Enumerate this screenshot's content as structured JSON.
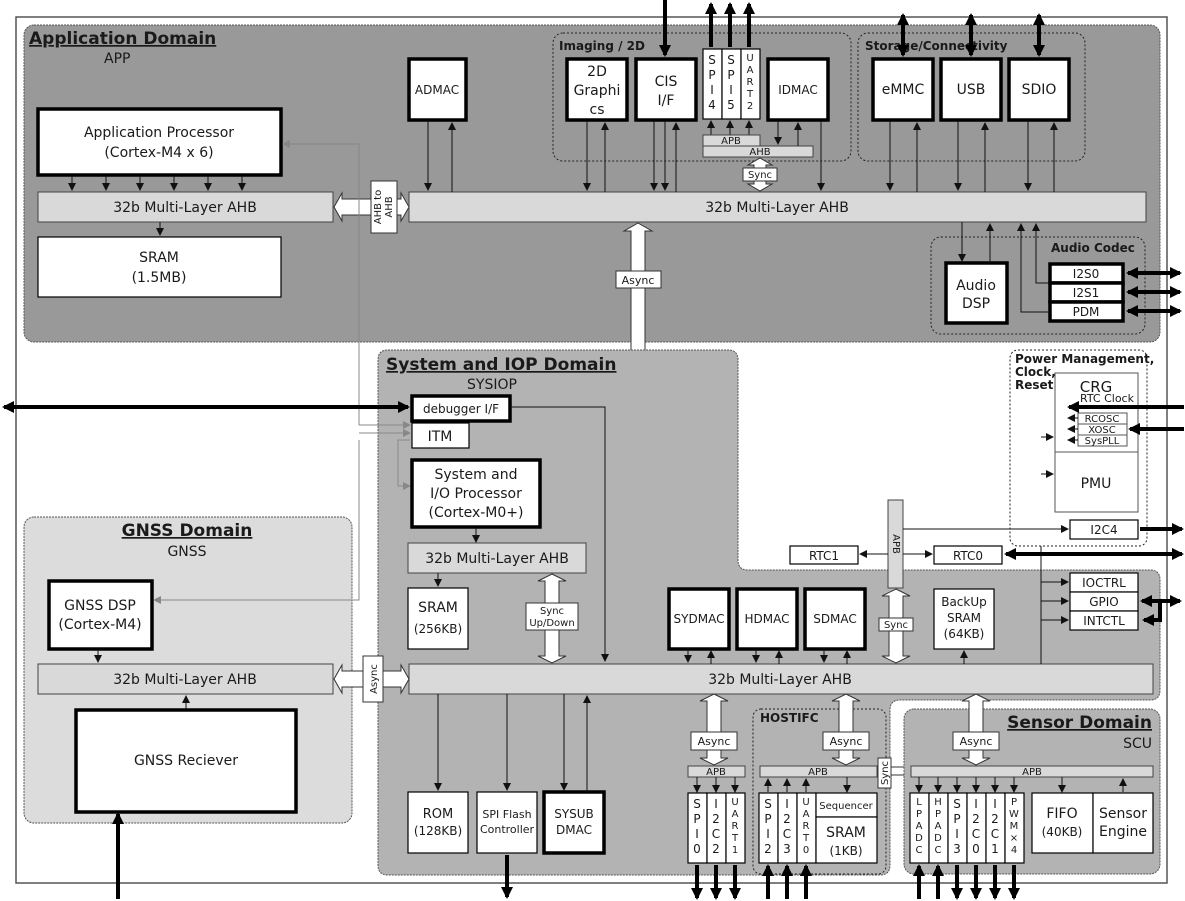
{
  "colors": {
    "app_domain_fill": "#999999",
    "sysiop_domain_fill": "#b3b3b3",
    "gnss_domain_fill": "#dcdcdc",
    "bus_fill": "#d9d9d9",
    "block_fill": "#ffffff"
  },
  "domains": {
    "app": {
      "title": "Application Domain",
      "subtitle": "APP"
    },
    "sysiop": {
      "title": "System and IOP Domain",
      "subtitle": "SYSIOP"
    },
    "gnss": {
      "title": "GNSS Domain",
      "subtitle": "GNSS"
    },
    "sensor": {
      "title": "Sensor Domain",
      "subtitle": "SCU"
    }
  },
  "groups": {
    "imaging": "Imaging / 2D",
    "storage": "Storage/Connectivity",
    "audio": "Audio Codec",
    "power": [
      "Power Management,",
      "Clock,",
      "Reset"
    ],
    "hostifc": "HOSTIFC"
  },
  "app": {
    "app_processor": [
      "Application Processor",
      "(Cortex-M4 x 6)"
    ],
    "bus_left": "32b Multi-Layer AHB",
    "bus_main": "32b Multi-Layer AHB",
    "sram": [
      "SRAM",
      "(1.5MB)"
    ],
    "ahb_to_ahb": [
      "AHB to",
      "AHB"
    ],
    "admac": "ADMAC",
    "graphics_2d": [
      "2D",
      "Graphi",
      "cs"
    ],
    "cis_if": [
      "CIS",
      "I/F"
    ],
    "spi4": [
      "S",
      "P",
      "I",
      "4"
    ],
    "spi5": [
      "S",
      "P",
      "I",
      "5"
    ],
    "uart2": [
      "U",
      "A",
      "R",
      "T",
      "2"
    ],
    "idmac": "IDMAC",
    "apb": "APB",
    "ahb": "AHB",
    "sync": "Sync",
    "emmc": "eMMC",
    "usb": "USB",
    "sdio": "SDIO",
    "audio_dsp": [
      "Audio",
      "DSP"
    ],
    "i2s0": "I2S0",
    "i2s1": "I2S1",
    "pdm": "PDM",
    "async": "Async"
  },
  "sysiop": {
    "debugger_if": "debugger I/F",
    "itm": "ITM",
    "processor": [
      "System and",
      "I/O Processor",
      "(Cortex-M0+)"
    ],
    "bus_small": "32b Multi-Layer AHB",
    "sram": [
      "SRAM",
      "(256KB)"
    ],
    "sync_updown": [
      "Sync",
      "Up/Down"
    ],
    "bus_main": "32b Multi-Layer AHB",
    "sydmac": "SYDMAC",
    "hdmac": "HDMAC",
    "sdmac": "SDMAC",
    "sync": "Sync",
    "backup_sram": [
      "BackUp",
      "SRAM",
      "(64KB)"
    ],
    "rtc1": "RTC1",
    "rtc0": "RTC0",
    "apb_vertical": "APB",
    "rom": [
      "ROM",
      "(128KB)"
    ],
    "spi_flash": [
      "SPI Flash",
      "Controller"
    ],
    "sysub_dmac": [
      "SYSUB",
      "DMAC"
    ],
    "async_left": "Async",
    "apb_left": "APB",
    "spi0": [
      "S",
      "P",
      "I",
      "0"
    ],
    "i2c2": [
      "I",
      "2",
      "C",
      "2"
    ],
    "uart1": [
      "U",
      "A",
      "R",
      "T",
      "1"
    ],
    "ioctrl": "IOCTRL",
    "gpio": "GPIO",
    "intctl": "INTCTL"
  },
  "hostifc": {
    "async": "Async",
    "apb": "APB",
    "spi2": [
      "S",
      "P",
      "I",
      "2"
    ],
    "i2c3": [
      "I",
      "2",
      "C",
      "3"
    ],
    "uart0": [
      "U",
      "A",
      "R",
      "T",
      "0"
    ],
    "sequencer": "Sequencer",
    "sram": [
      "SRAM",
      "(1KB)"
    ],
    "sync": "Sync"
  },
  "power": {
    "crg": "CRG",
    "rtc_clock": "RTC Clock",
    "rcosc": "RCOSC",
    "xosc": "XOSC",
    "syspll": "SysPLL",
    "pmu": "PMU",
    "i2c4": "I2C4"
  },
  "gnss": {
    "dsp": [
      "GNSS DSP",
      "(Cortex-M4)"
    ],
    "bus": "32b Multi-Layer AHB",
    "receiver": "GNSS Reciever",
    "async": "Async"
  },
  "sensor": {
    "async": "Async",
    "apb": "APB",
    "lpadc": [
      "L",
      "P",
      "A",
      "D",
      "C"
    ],
    "hpadc": [
      "H",
      "P",
      "A",
      "D",
      "C"
    ],
    "spi3": [
      "S",
      "P",
      "I",
      "3"
    ],
    "i2c0": [
      "I",
      "2",
      "C",
      "0"
    ],
    "i2c1": [
      "I",
      "2",
      "C",
      "1"
    ],
    "pwm": [
      "P",
      "W",
      "M",
      "×",
      "4"
    ],
    "fifo": [
      "FIFO",
      "(40KB)"
    ],
    "sensor_engine": [
      "Sensor",
      "Engine"
    ]
  }
}
